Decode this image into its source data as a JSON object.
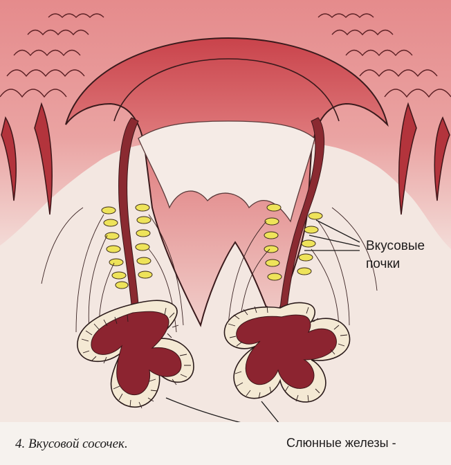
{
  "figure": {
    "caption": "4. Вкусовой сосочек.",
    "labels": {
      "taste_buds_line1": "Вкусовые",
      "taste_buds_line2": "почки",
      "salivary_glands": "Слюнные железы -"
    }
  },
  "colors": {
    "background": "#f4efe9",
    "tissue_light": "#e9a0a0",
    "tissue_mid": "#d86a6c",
    "tissue_dark": "#a3303a",
    "duct": "#7d2228",
    "taste_bud": "#eee35a",
    "gland_cell": "#f4e9d4",
    "outline": "#2a2020"
  }
}
